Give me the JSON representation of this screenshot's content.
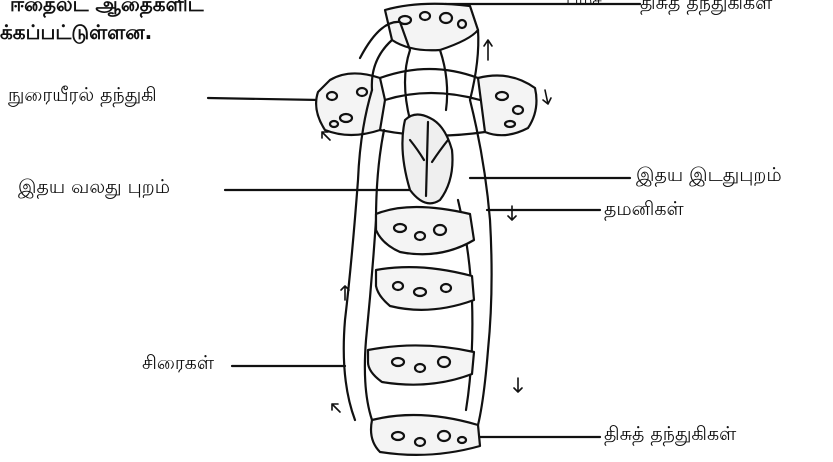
{
  "header_fragments": {
    "line1": "ஈதை்லட ஆதைகளிட",
    "line2": "க்கப்பட்டுள்ளன.",
    "top_right_partial": "பமச"
  },
  "labels": {
    "tissue_capillaries_top": "திசுத் தந்துகிகள்",
    "lung_capillary": "நுரையீரல் தந்துகி",
    "heart_left_side": "இதய இடதுபுறம்",
    "heart_right_side": "இதய வலது புறம்",
    "arteries": "தமனிகள்",
    "veins": "சிரைகள்",
    "tissue_capillaries_bottom": "திசுத் தந்துகிகள்"
  },
  "colors": {
    "ink": "#111111",
    "background": "#ffffff",
    "vessel_fill": "#f4f4f4"
  }
}
